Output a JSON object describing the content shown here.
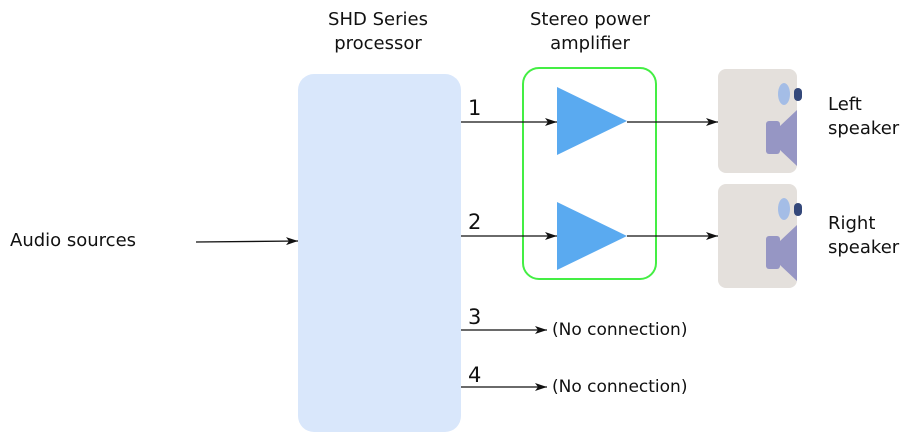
{
  "diagram": {
    "processor": {
      "title_line1": "SHD Series",
      "title_line2": "processor"
    },
    "amplifier": {
      "title_line1": "Stereo power",
      "title_line2": "amplifier"
    },
    "input": {
      "label": "Audio sources"
    },
    "outputs": [
      {
        "number": "1",
        "destination": "Left speaker"
      },
      {
        "number": "2",
        "destination": "Right speaker"
      },
      {
        "number": "3",
        "destination": "(No connection)"
      },
      {
        "number": "4",
        "destination": "(No connection)"
      }
    ],
    "speakers": [
      {
        "line1": "Left",
        "line2": "speaker"
      },
      {
        "line1": "Right",
        "line2": "speaker"
      }
    ],
    "colors": {
      "processor_fill": "#d9e7fb",
      "amplifier_border": "#44ee44",
      "amplifier_triangle": "#5aaaf0",
      "speaker_bg": "#e4e0dc",
      "speaker_cone": "#9696c4",
      "speaker_tweeter": "#a4bde6",
      "arrow": "#111111"
    }
  }
}
